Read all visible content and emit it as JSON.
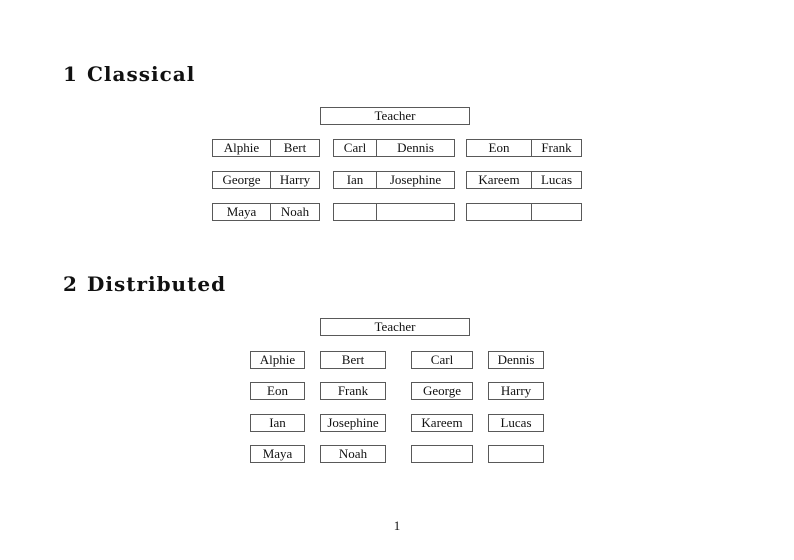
{
  "document": {
    "page_number": "1",
    "text_color": "#111111",
    "border_color": "#595959",
    "background_color": "#ffffff"
  },
  "sections": [
    {
      "number": "1",
      "title": "Classical"
    },
    {
      "number": "2",
      "title": "Distributed"
    }
  ],
  "classical": {
    "teacher_label": "Teacher",
    "rows": [
      [
        [
          "Alphie",
          "Bert"
        ],
        [
          "Carl",
          "Dennis"
        ],
        [
          "Eon",
          "Frank"
        ]
      ],
      [
        [
          "George",
          "Harry"
        ],
        [
          "Ian",
          "Josephine"
        ],
        [
          "Kareem",
          "Lucas"
        ]
      ],
      [
        [
          "Maya",
          "Noah"
        ],
        [
          "",
          ""
        ],
        [
          "",
          ""
        ]
      ]
    ]
  },
  "distributed": {
    "teacher_label": "Teacher",
    "rows": [
      [
        "Alphie",
        "Bert",
        "Carl",
        "Dennis"
      ],
      [
        "Eon",
        "Frank",
        "George",
        "Harry"
      ],
      [
        "Ian",
        "Josephine",
        "Kareem",
        "Lucas"
      ],
      [
        "Maya",
        "Noah",
        "",
        ""
      ]
    ]
  }
}
